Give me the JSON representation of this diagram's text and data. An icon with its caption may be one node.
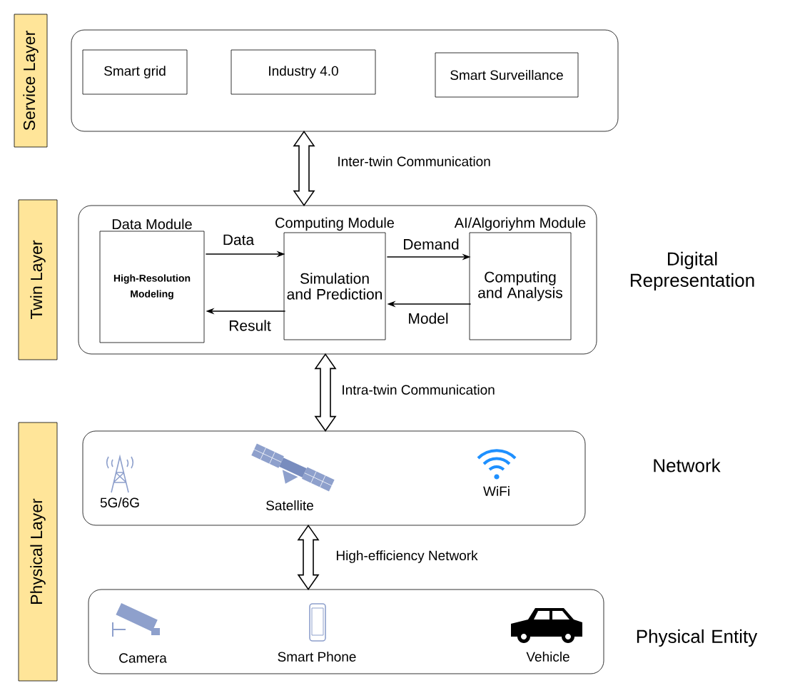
{
  "diagram": {
    "nodes": [
      {
        "text": [
          "Service Layer"
        ]
      },
      {
        "text": [],
        "shape": "box"
      },
      {
        "text": [
          "Smart grid"
        ],
        "in": 1
      },
      {
        "text": [
          "Industry 4.0"
        ],
        "in": 1
      },
      {
        "text": [
          "Smart Surveillance"
        ],
        "in": 1
      },
      {
        "text": [
          "Twin Layer"
        ]
      },
      {
        "text": [],
        "shape": "box",
        "beside": [
          "Digital Representation"
        ]
      },
      {
        "text": [
          "Data Module",
          "High-Resolution Modeling"
        ],
        "in": 6
      },
      {
        "text": [
          "Computing Module",
          "Simulation and Prediction"
        ],
        "in": 6
      },
      {
        "text": [
          "AI/Algoriyhm Module",
          "Computing and Analysis"
        ],
        "in": 6
      },
      {
        "text": [
          "Physical Layer"
        ]
      },
      {
        "text": [],
        "shape": "box",
        "beside": [
          "Network"
        ]
      },
      {
        "text": [],
        "shape": "box",
        "beside": [
          "Physical Entity"
        ]
      }
    ],
    "edges": [
      {
        "from": 1,
        "to": 6,
        "arrow": "both",
        "label": "Inter-twin Communication"
      },
      {
        "from": 7,
        "to": 8,
        "arrow": "to",
        "label": "Data"
      },
      {
        "from": 8,
        "to": 7,
        "arrow": "to",
        "label": "Result"
      },
      {
        "from": 8,
        "to": 9,
        "arrow": "to",
        "label": "Demand"
      },
      {
        "from": 9,
        "to": 8,
        "arrow": "to",
        "label": "Model"
      },
      {
        "from": 6,
        "to": 11,
        "arrow": "both",
        "label": "Intra-twin Communication"
      },
      {
        "from": 11,
        "to": 12,
        "arrow": "both",
        "label": "High-efficiency Network"
      }
    ],
    "labels": [
      "5G/6G",
      "Satellite",
      "WiFi",
      "Camera",
      "Smart Phone",
      "Vehicle"
    ]
  }
}
